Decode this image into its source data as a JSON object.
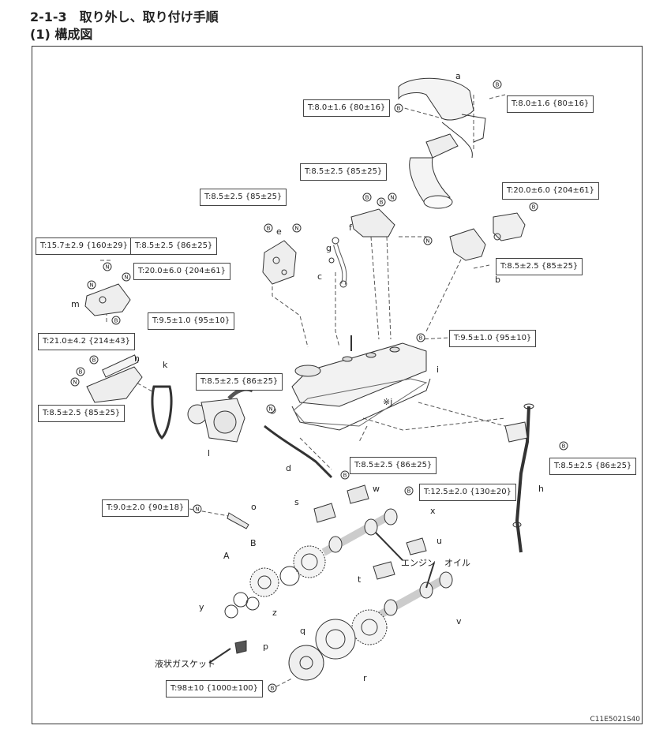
{
  "heading": {
    "section": "2-1-3　取り外し、取り付け手順",
    "sub": "(1) 構成図"
  },
  "figure_code": "C11E5021S40",
  "torque_labels": [
    "T:8.0±1.6 {80±16}",
    "T:8.0±1.6 {80±16}",
    "T:8.5±2.5 {85±25}",
    "T:8.5±2.5 {85±25}",
    "T:20.0±6.0 {204±61}",
    "T:15.7±2.9 {160±29}",
    "T:8.5±2.5 {86±25}",
    "T:20.0±6.0 {204±61}",
    "T:8.5±2.5 {85±25}",
    "T:9.5±1.0 {95±10}",
    "T:9.5±1.0 {95±10}",
    "T:21.0±4.2 {214±43}",
    "T:8.5±2.5 {86±25}",
    "T:8.5±2.5 {85±25}",
    "T:8.5±2.5 {86±25}",
    "T:8.5±2.5 {86±25}",
    "T:12.5±2.0 {130±20}",
    "T:9.0±2.0 {90±18}",
    "T:98±10 {1000±100}"
  ],
  "part_labels": [
    "a",
    "b",
    "c",
    "d",
    "e",
    "f",
    "g",
    "h",
    "i",
    "※j",
    "k",
    "l",
    "m",
    "n",
    "o",
    "p",
    "q",
    "r",
    "s",
    "t",
    "u",
    "v",
    "w",
    "x",
    "y",
    "z",
    "A",
    "B"
  ],
  "notes": {
    "engine_oil": "エンジン　オイル",
    "liquid_gasket": "液状ガスケット"
  },
  "symbols": {
    "B": "B",
    "N": "N"
  }
}
